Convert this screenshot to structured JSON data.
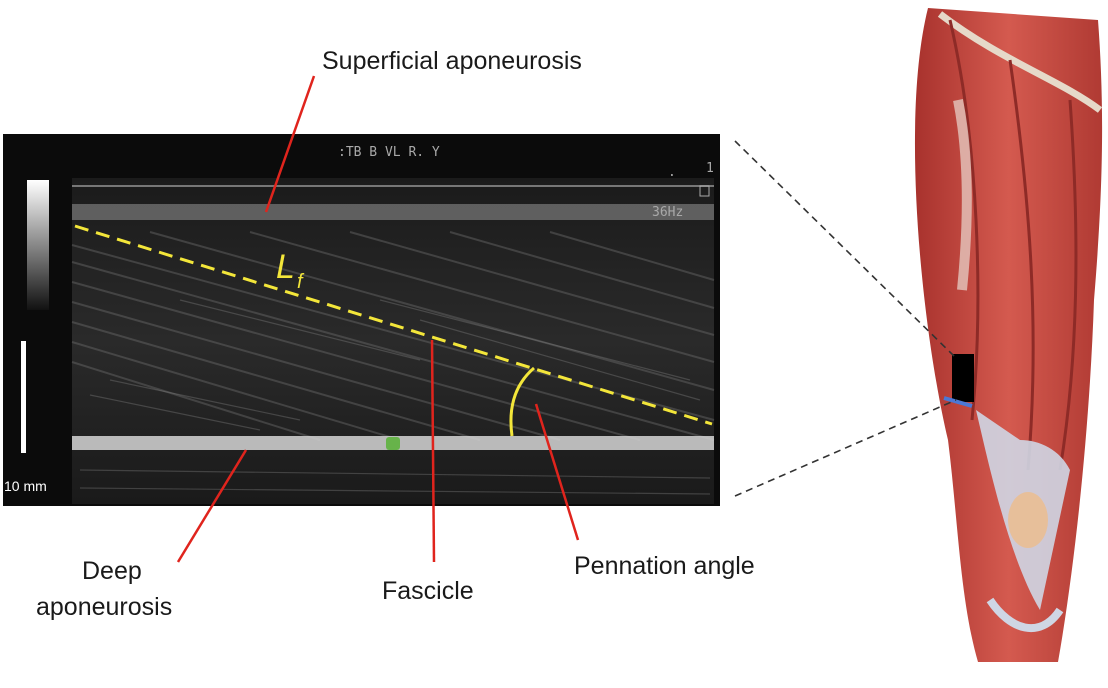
{
  "labels": {
    "superficial_aponeurosis": "Superficial aponeurosis",
    "deep_aponeurosis_line1": "Deep",
    "deep_aponeurosis_line2": "aponeurosis",
    "fascicle": "Fascicle",
    "pennation_angle": "Pennation angle"
  },
  "ultrasound": {
    "header_text": ":TB   B VL    R.   Y",
    "header_dot": ".",
    "header_num": "1",
    "frequency": "36Hz",
    "scale_bar": "10 mm"
  },
  "fascicle_length": {
    "symbol": "L",
    "subscript": "f"
  },
  "colors": {
    "annotation_line": "#e0241d",
    "fascicle_dash": "#f3e63a",
    "ultrasound_bg": "#0d0d0d",
    "muscle_red": "#c8473f",
    "tendon": "#d9dde6",
    "probe": "#000000"
  }
}
